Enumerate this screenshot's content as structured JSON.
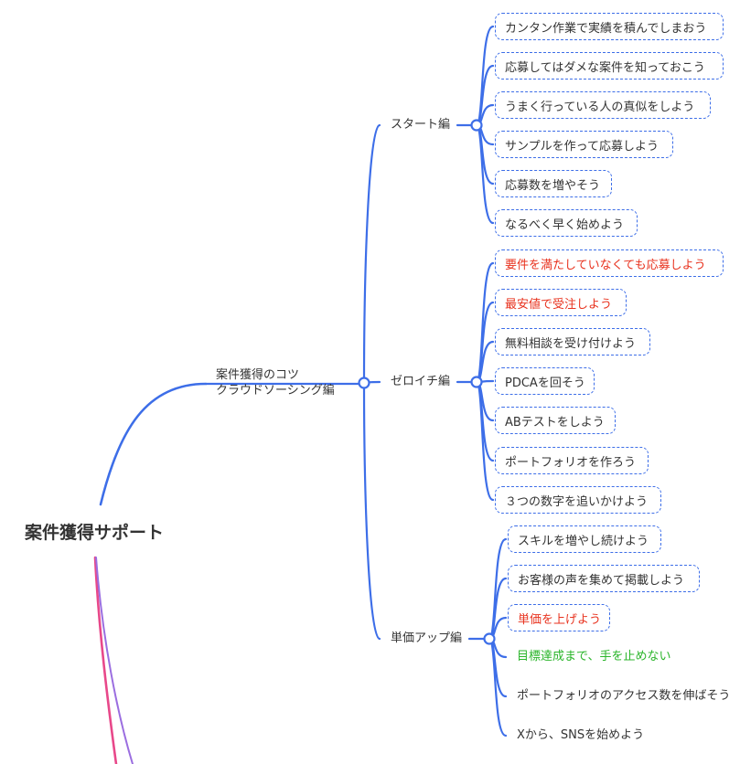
{
  "root": {
    "label": "案件獲得サポート"
  },
  "branch": {
    "label_line1": "案件獲得のコツ",
    "label_line2": "クラウドソーシング編"
  },
  "colors": {
    "blue": "#3d6ee8",
    "red": "#e8321e",
    "green": "#2bb52b",
    "pink": "#e8488a",
    "purple": "#9b6ee0"
  },
  "sections": [
    {
      "label": "スタート編",
      "items": [
        {
          "text": "カンタン作業で実績を積んでしまおう",
          "style": "box"
        },
        {
          "text": "応募してはダメな案件を知っておこう",
          "style": "box"
        },
        {
          "text": "うまく行っている人の真似をしよう",
          "style": "box"
        },
        {
          "text": "サンプルを作って応募しよう",
          "style": "box"
        },
        {
          "text": "応募数を増やそう",
          "style": "box"
        },
        {
          "text": "なるべく早く始めよう",
          "style": "box"
        }
      ]
    },
    {
      "label": "ゼロイチ編",
      "items": [
        {
          "text": "要件を満たしていなくても応募しよう",
          "style": "box-red"
        },
        {
          "text": "最安値で受注しよう",
          "style": "box-red"
        },
        {
          "text": "無料相談を受け付けよう",
          "style": "box"
        },
        {
          "text": "PDCAを回そう",
          "style": "box"
        },
        {
          "text": "ABテストをしよう",
          "style": "box"
        },
        {
          "text": "ポートフォリオを作ろう",
          "style": "box"
        },
        {
          "text": "３つの数字を追いかけよう",
          "style": "box"
        }
      ]
    },
    {
      "label": "単価アップ編",
      "items": [
        {
          "text": "スキルを増やし続けよう",
          "style": "box"
        },
        {
          "text": "お客様の声を集めて掲載しよう",
          "style": "box"
        },
        {
          "text": "単価を上げよう",
          "style": "box-red"
        },
        {
          "text": "目標達成まで、手を止めない",
          "style": "plain-green"
        },
        {
          "text": "ポートフォリオのアクセス数を伸ばそう",
          "style": "plain"
        },
        {
          "text": "Xから、SNSを始めよう",
          "style": "plain"
        }
      ]
    }
  ]
}
